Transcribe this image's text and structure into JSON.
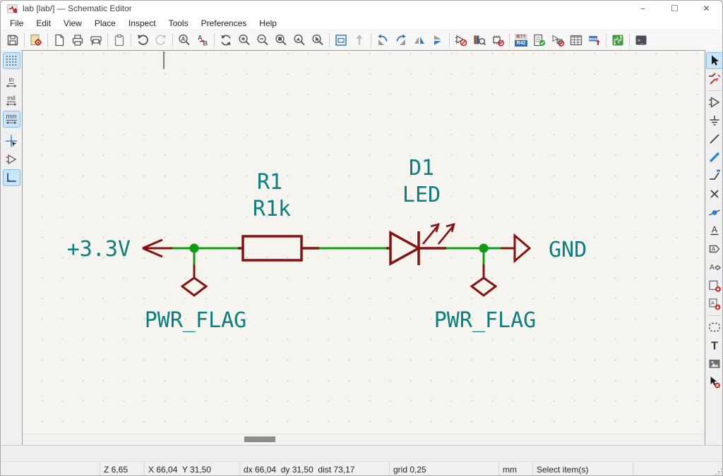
{
  "window": {
    "title": "lab [lab/] — Schematic Editor",
    "minimize": "–",
    "maximize": "☐",
    "close": "✕"
  },
  "menu": {
    "items": [
      "File",
      "Edit",
      "View",
      "Place",
      "Inspect",
      "Tools",
      "Preferences",
      "Help"
    ]
  },
  "glyphs": {
    "find": "A",
    "rep_a": "A",
    "rep_b": "B",
    "annotate_top": "R??",
    "annotate_bot": "R42",
    "bom": "bom",
    "console": ">_",
    "label_a": "A",
    "global_a": "A",
    "hier_a": "A",
    "text_t": "T",
    "unit_in": "in",
    "unit_mil": "mil",
    "unit_mm": "mm"
  },
  "schematic": {
    "power_net": "+3.3V",
    "ground_net": "GND",
    "resistor_ref": "R1",
    "resistor_value": "R1k",
    "diode_ref": "D1",
    "diode_value": "LED",
    "pwr_flag": "PWR_FLAG"
  },
  "status_bar": {
    "zoom": "Z 6,65",
    "cursor": "X 66,04  Y 31,50",
    "delta": "dx 66,04  dy 31,50  dist 73,17",
    "grid": "grid 0,25",
    "units": "mm",
    "action": "Select item(s)"
  },
  "colors": {
    "wire_green": "#0f9b0f",
    "symbol_maroon": "#871010",
    "text_teal": "#0b7f7f",
    "canvas_bg": "#f5f4ee",
    "active_button_bg": "#cce4f7"
  }
}
